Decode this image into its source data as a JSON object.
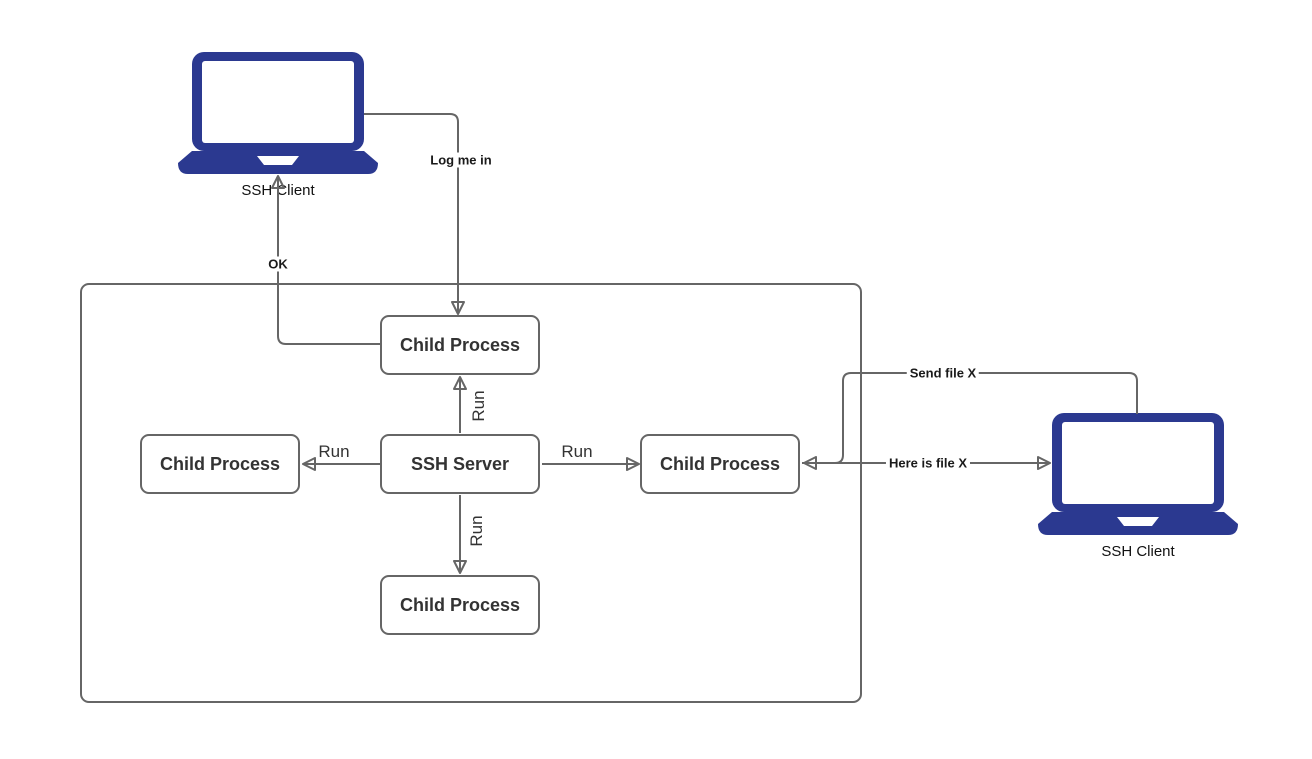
{
  "colors": {
    "laptop_fill": "#2b3990",
    "line": "#666666",
    "box_border": "#666666",
    "box_text": "#333333",
    "edge_label_text": "#1a1a1a",
    "background": "#ffffff"
  },
  "nodes": {
    "client_top": {
      "label": "SSH Client",
      "type": "laptop"
    },
    "client_right": {
      "label": "SSH Client",
      "type": "laptop"
    },
    "server": {
      "label": "SSH Server"
    },
    "child_top": {
      "label": "Child Process"
    },
    "child_left": {
      "label": "Child Process"
    },
    "child_right": {
      "label": "Child Process"
    },
    "child_bottom": {
      "label": "Child Process"
    }
  },
  "edges": {
    "log_me_in": {
      "label": "Log me in",
      "from": "client_top",
      "to": "child_top"
    },
    "ok": {
      "label": "OK",
      "from": "child_top",
      "to": "client_top"
    },
    "run_up": {
      "label": "Run",
      "from": "server",
      "to": "child_top"
    },
    "run_left": {
      "label": "Run",
      "from": "server",
      "to": "child_left"
    },
    "run_right": {
      "label": "Run",
      "from": "server",
      "to": "child_right"
    },
    "run_down": {
      "label": "Run",
      "from": "server",
      "to": "child_bottom"
    },
    "send_file": {
      "label": "Send file X",
      "from": "client_right",
      "to": "child_right"
    },
    "here_is_file": {
      "label": "Here is file X",
      "from": "child_right",
      "to": "client_right"
    }
  }
}
